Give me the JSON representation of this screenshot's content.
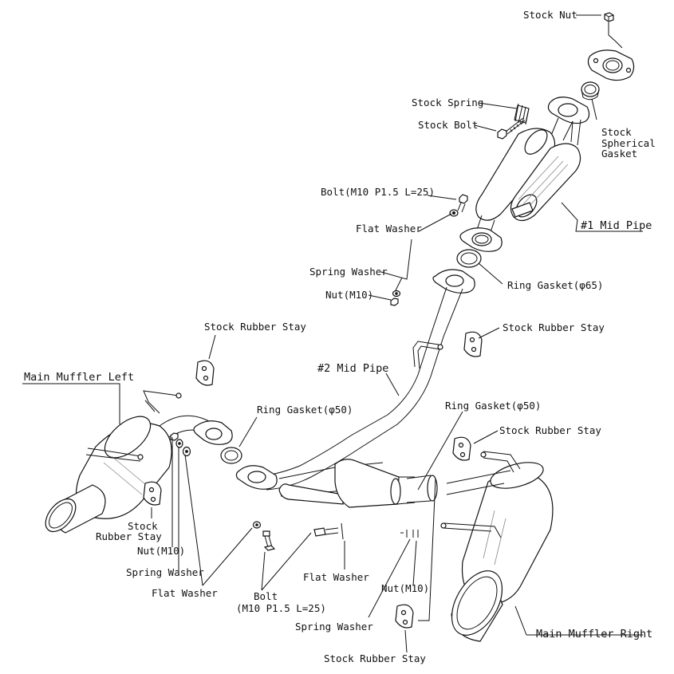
{
  "labels": {
    "stock_nut": "Stock Nut",
    "stock_spring": "Stock Spring",
    "stock_bolt": "Stock Bolt",
    "stock_spherical_gasket_1": "Stock",
    "stock_spherical_gasket_2": "Spherical",
    "stock_spherical_gasket_3": "Gasket",
    "bolt_top": "Bolt(M10 P1.5 L=25)",
    "flat_washer_top": "Flat Washer",
    "mid_pipe_1": "#1 Mid Pipe",
    "spring_washer_top": "Spring Washer",
    "nut_top": "Nut(M10)",
    "ring_gasket_65": "Ring Gasket(φ65)",
    "stock_rubber_stay_upper_left": "Stock Rubber Stay",
    "stock_rubber_stay_upper_right": "Stock Rubber Stay",
    "mid_pipe_2": "#2 Mid Pipe",
    "main_muffler_left": "Main Muffler Left",
    "ring_gasket_50_left": "Ring Gasket(φ50)",
    "ring_gasket_50_right": "Ring Gasket(φ50)",
    "stock_rubber_stay_right": "Stock Rubber Stay",
    "stock_rubber_stay_left_1": "Stock",
    "stock_rubber_stay_left_2": "Rubber Stay",
    "nut_left": "Nut(M10)",
    "spring_washer_left": "Spring Washer",
    "flat_washer_left": "Flat Washer",
    "bolt_bottom_1": "Bolt",
    "bolt_bottom_2": "(M10 P1.5 L=25)",
    "flat_washer_bottom": "Flat Washer",
    "nut_bottom": "Nut(M10)",
    "spring_washer_bottom": "Spring Washer",
    "main_muffler_right": "Main Muffler Right",
    "stock_rubber_stay_bottom": "Stock Rubber Stay"
  }
}
